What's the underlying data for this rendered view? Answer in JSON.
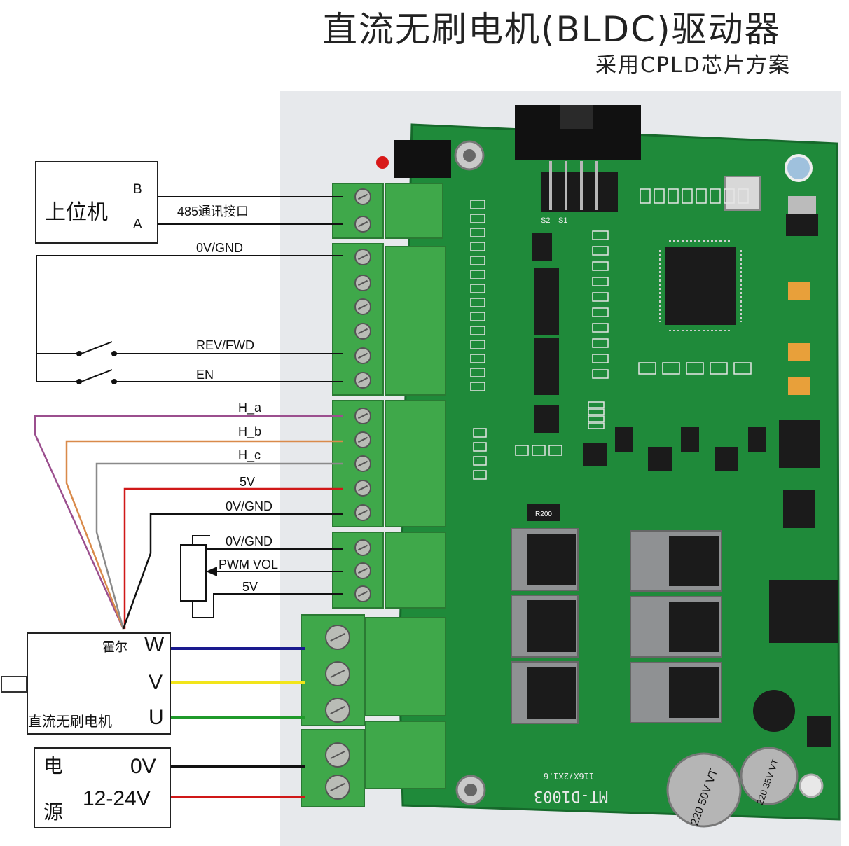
{
  "title": "直流无刷电机(BLDC)驱动器",
  "subtitle": "采用CPLD芯片方案",
  "host": {
    "name": "上位机",
    "pin_b": "B",
    "pin_a": "A",
    "link_label": "485通讯接口"
  },
  "control": {
    "gnd": "0V/GND",
    "rev_fwd": "REV/FWD",
    "en": "EN"
  },
  "hall": {
    "ha": "H_a",
    "hb": "H_b",
    "hc": "H_c",
    "v5": "5V",
    "gnd": "0V/GND"
  },
  "speed": {
    "gnd": "0V/GND",
    "pwm": "PWM VOL",
    "v5": "5V"
  },
  "motor": {
    "hall_label": "霍尔",
    "w": "W",
    "v": "V",
    "u": "U",
    "name": "直流无刷电机"
  },
  "power": {
    "char1": "电",
    "char2": "源",
    "v0": "0V",
    "vin": "12-24V"
  },
  "board": {
    "silk_part": "MT-D1003",
    "silk_size": "116X72X1.6",
    "cap_large": "220 50V VT",
    "cap_small": "220 35V VT",
    "resistor": "R200",
    "jumper_s1": "S1",
    "jumper_s2": "S2"
  },
  "colors": {
    "pcb": "#1f8a3a",
    "terminal": "#3fa84a",
    "hall_a": "#9b4f8e",
    "hall_b": "#d98a4a",
    "hall_c": "#8a8a8a",
    "v5": "#d01818",
    "gnd": "#111111",
    "phase_w": "#1a1a8e",
    "phase_v": "#f2e51a",
    "phase_u": "#1f9a2a",
    "power_0v": "#111111",
    "power_vin": "#d01818"
  }
}
